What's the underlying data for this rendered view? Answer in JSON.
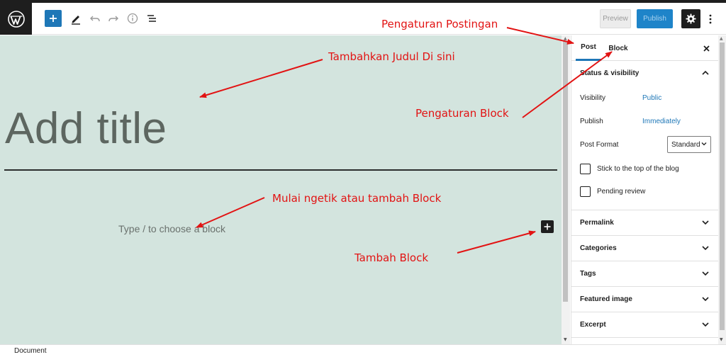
{
  "toolbar": {
    "preview_label": "Preview",
    "publish_label": "Publish",
    "icons": [
      "wordpress-logo",
      "plus-icon",
      "pencil-icon",
      "undo-icon",
      "redo-icon",
      "info-icon",
      "list-view-icon",
      "gear-icon",
      "more-vertical-icon"
    ]
  },
  "editor": {
    "title_placeholder": "Add title",
    "block_placeholder": "Type / to choose a block"
  },
  "sidebar": {
    "tabs": [
      {
        "label": "Post",
        "active": true
      },
      {
        "label": "Block",
        "active": false
      }
    ],
    "status_panel": {
      "title": "Status & visibility",
      "visibility_label": "Visibility",
      "visibility_value": "Public",
      "publish_label": "Publish",
      "publish_value": "Immediately",
      "format_label": "Post Format",
      "format_value": "Standard",
      "stick_label": "Stick to the top of the blog",
      "pending_label": "Pending review"
    },
    "panels": [
      {
        "label": "Permalink"
      },
      {
        "label": "Categories"
      },
      {
        "label": "Tags"
      },
      {
        "label": "Featured image"
      },
      {
        "label": "Excerpt"
      }
    ]
  },
  "footer": {
    "breadcrumb": "Document"
  },
  "annotations": {
    "post_settings": "Pengaturan Postingan",
    "add_title": "Tambahkan Judul Di sini",
    "block_settings": "Pengaturan Block",
    "start_typing": "Mulai ngetik atau tambah Block",
    "add_block": "Tambah Block"
  },
  "colors": {
    "accent": "#1e77b7",
    "editor_bg": "#d3e4de",
    "annotation": "#e21313",
    "dark": "#1e1e1e"
  }
}
